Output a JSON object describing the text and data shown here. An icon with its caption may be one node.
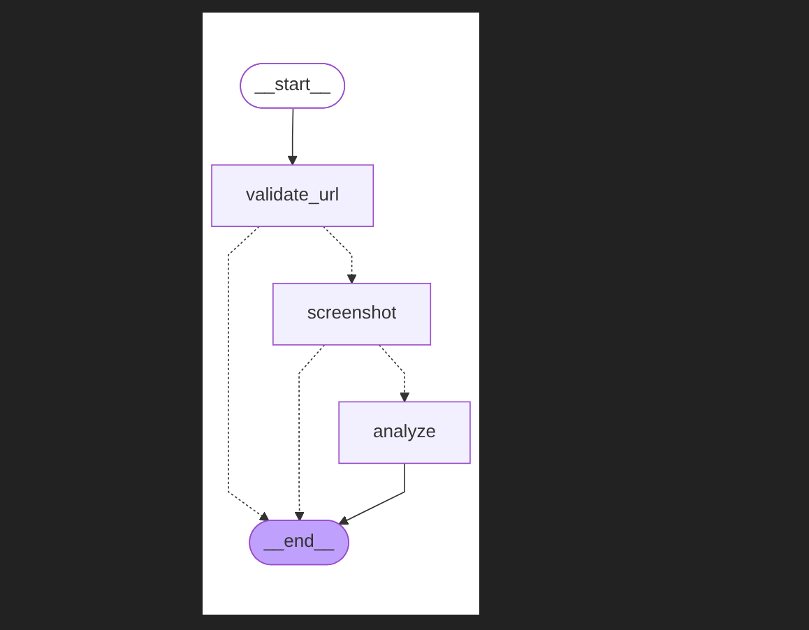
{
  "diagram": {
    "nodes": [
      {
        "text": [
          "__start__"
        ]
      },
      {
        "text": [
          "validate_url"
        ]
      },
      {
        "text": [
          "screenshot"
        ]
      },
      {
        "text": [
          "analyze"
        ]
      },
      {
        "text": [
          "__end__"
        ]
      }
    ],
    "edges": [
      {
        "from": 0,
        "to": 1,
        "arrow": "to"
      },
      {
        "from": 1,
        "to": 2,
        "arrow": "to",
        "style": "dashed"
      },
      {
        "from": 1,
        "to": 4,
        "arrow": "to",
        "style": "dashed"
      },
      {
        "from": 2,
        "to": 3,
        "arrow": "to",
        "style": "dashed"
      },
      {
        "from": 2,
        "to": 4,
        "arrow": "to",
        "style": "dashed"
      },
      {
        "from": 3,
        "to": 4,
        "arrow": "to"
      }
    ]
  }
}
